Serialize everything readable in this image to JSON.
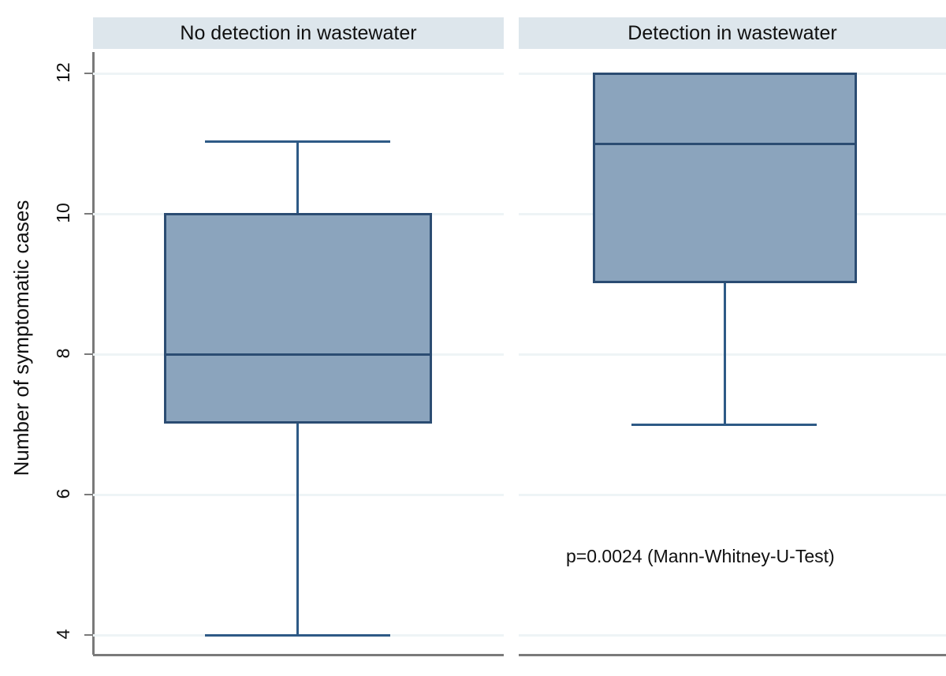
{
  "chart_data": {
    "type": "box",
    "title": "",
    "xlabel": "",
    "ylabel": "Number of symptomatic cases",
    "ylim": [
      3.55,
      12.45
    ],
    "yticks": [
      4,
      6,
      8,
      10,
      12
    ],
    "ytick_labels": [
      "4",
      "6",
      "8",
      "10",
      "12"
    ],
    "grid": true,
    "legend": "none",
    "panels": [
      {
        "label": "No detection in wastewater",
        "box": {
          "whisker_low": 4,
          "q1": 7,
          "median": 8,
          "q3": 10,
          "whisker_high": 11,
          "outliers": []
        }
      },
      {
        "label": "Detection in wastewater",
        "box": {
          "whisker_low": 7,
          "q1": 9,
          "median": 11,
          "q3": 12,
          "whisker_high": 12,
          "outliers": []
        }
      }
    ],
    "annotations": [
      {
        "text": "p=0.0024 (Mann-Whitney-U-Test)",
        "panel": "Detection in wastewater",
        "x_value": 0.5,
        "y_value": 5.15
      }
    ],
    "colors": {
      "box_fill": "#8ba4bd",
      "box_border": "#2b4c72",
      "whisker": "#2e5a86",
      "panel_header_bg": "#dde6ec",
      "gridline": "#eef4f6",
      "axis_spine": "#7a7a7a",
      "text": "#101010",
      "background": "#ffffff"
    }
  },
  "axis": {
    "y_title": "Number of symptomatic cases",
    "ticks": [
      {
        "label": "12",
        "value": 12
      },
      {
        "label": "10",
        "value": 10
      },
      {
        "label": "8",
        "value": 8
      },
      {
        "label": "6",
        "value": 6
      },
      {
        "label": "4",
        "value": 4
      }
    ]
  },
  "panels": {
    "left": {
      "header": "No detection in wastewater",
      "annotation": ""
    },
    "right": {
      "header": "Detection in wastewater",
      "annotation": "p=0.0024 (Mann-Whitney-U-Test)"
    }
  }
}
